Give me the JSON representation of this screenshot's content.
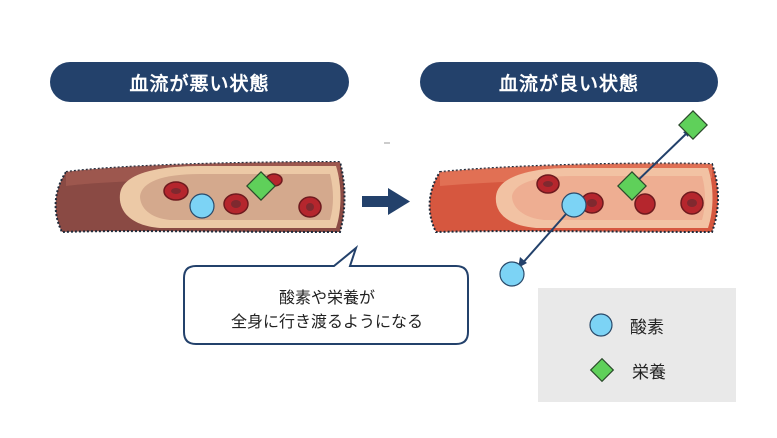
{
  "panels": {
    "bad_title": "血流が悪い状態",
    "good_title": "血流が良い状態"
  },
  "callout": {
    "line1": "酸素や栄養が",
    "line2": "全身に行き渡るようになる"
  },
  "legend": {
    "oxygen_label": "酸素",
    "nutrient_label": "栄養"
  },
  "colors": {
    "title_bg": "#23416b",
    "oxygen": "#7cd3f5",
    "nutrient": "#5fd05a",
    "vessel_bad": "#8a4a44",
    "vessel_good": "#d6573f",
    "blood_cell": "#b5262d",
    "arrow": "#23416b",
    "legend_bg": "#e9e9e9"
  }
}
